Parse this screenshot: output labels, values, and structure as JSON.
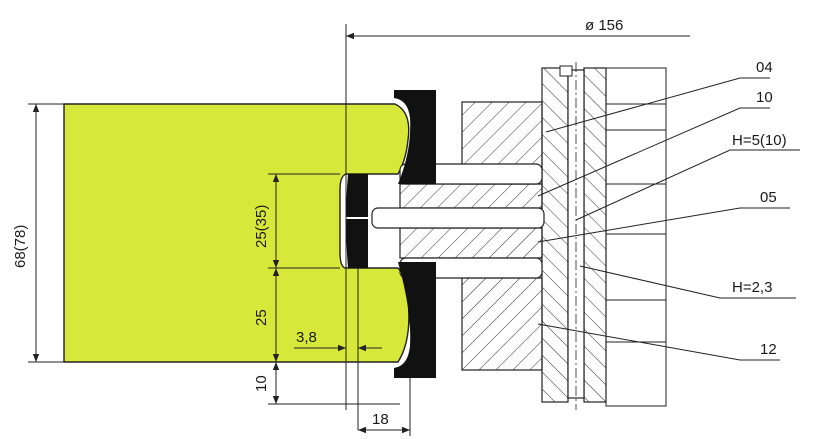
{
  "drawing": {
    "workpiece_color": "#d8e83a",
    "knife_color": "#111111",
    "line_color": "#222222",
    "hatch_color": "#333333"
  },
  "dimensions": {
    "diameter": "ø 156",
    "total_height": "68(78)",
    "profile_height": "25(35)",
    "lower_height": "25",
    "bottom_offset": "10",
    "knife_offset": "3,8",
    "knife_width": "18"
  },
  "callouts": [
    {
      "id": "04",
      "label": "04"
    },
    {
      "id": "10",
      "label": "10"
    },
    {
      "id": "h510",
      "label": "H=5(10)"
    },
    {
      "id": "05",
      "label": "05"
    },
    {
      "id": "h23",
      "label": "H=2,3"
    },
    {
      "id": "12",
      "label": "12"
    }
  ]
}
